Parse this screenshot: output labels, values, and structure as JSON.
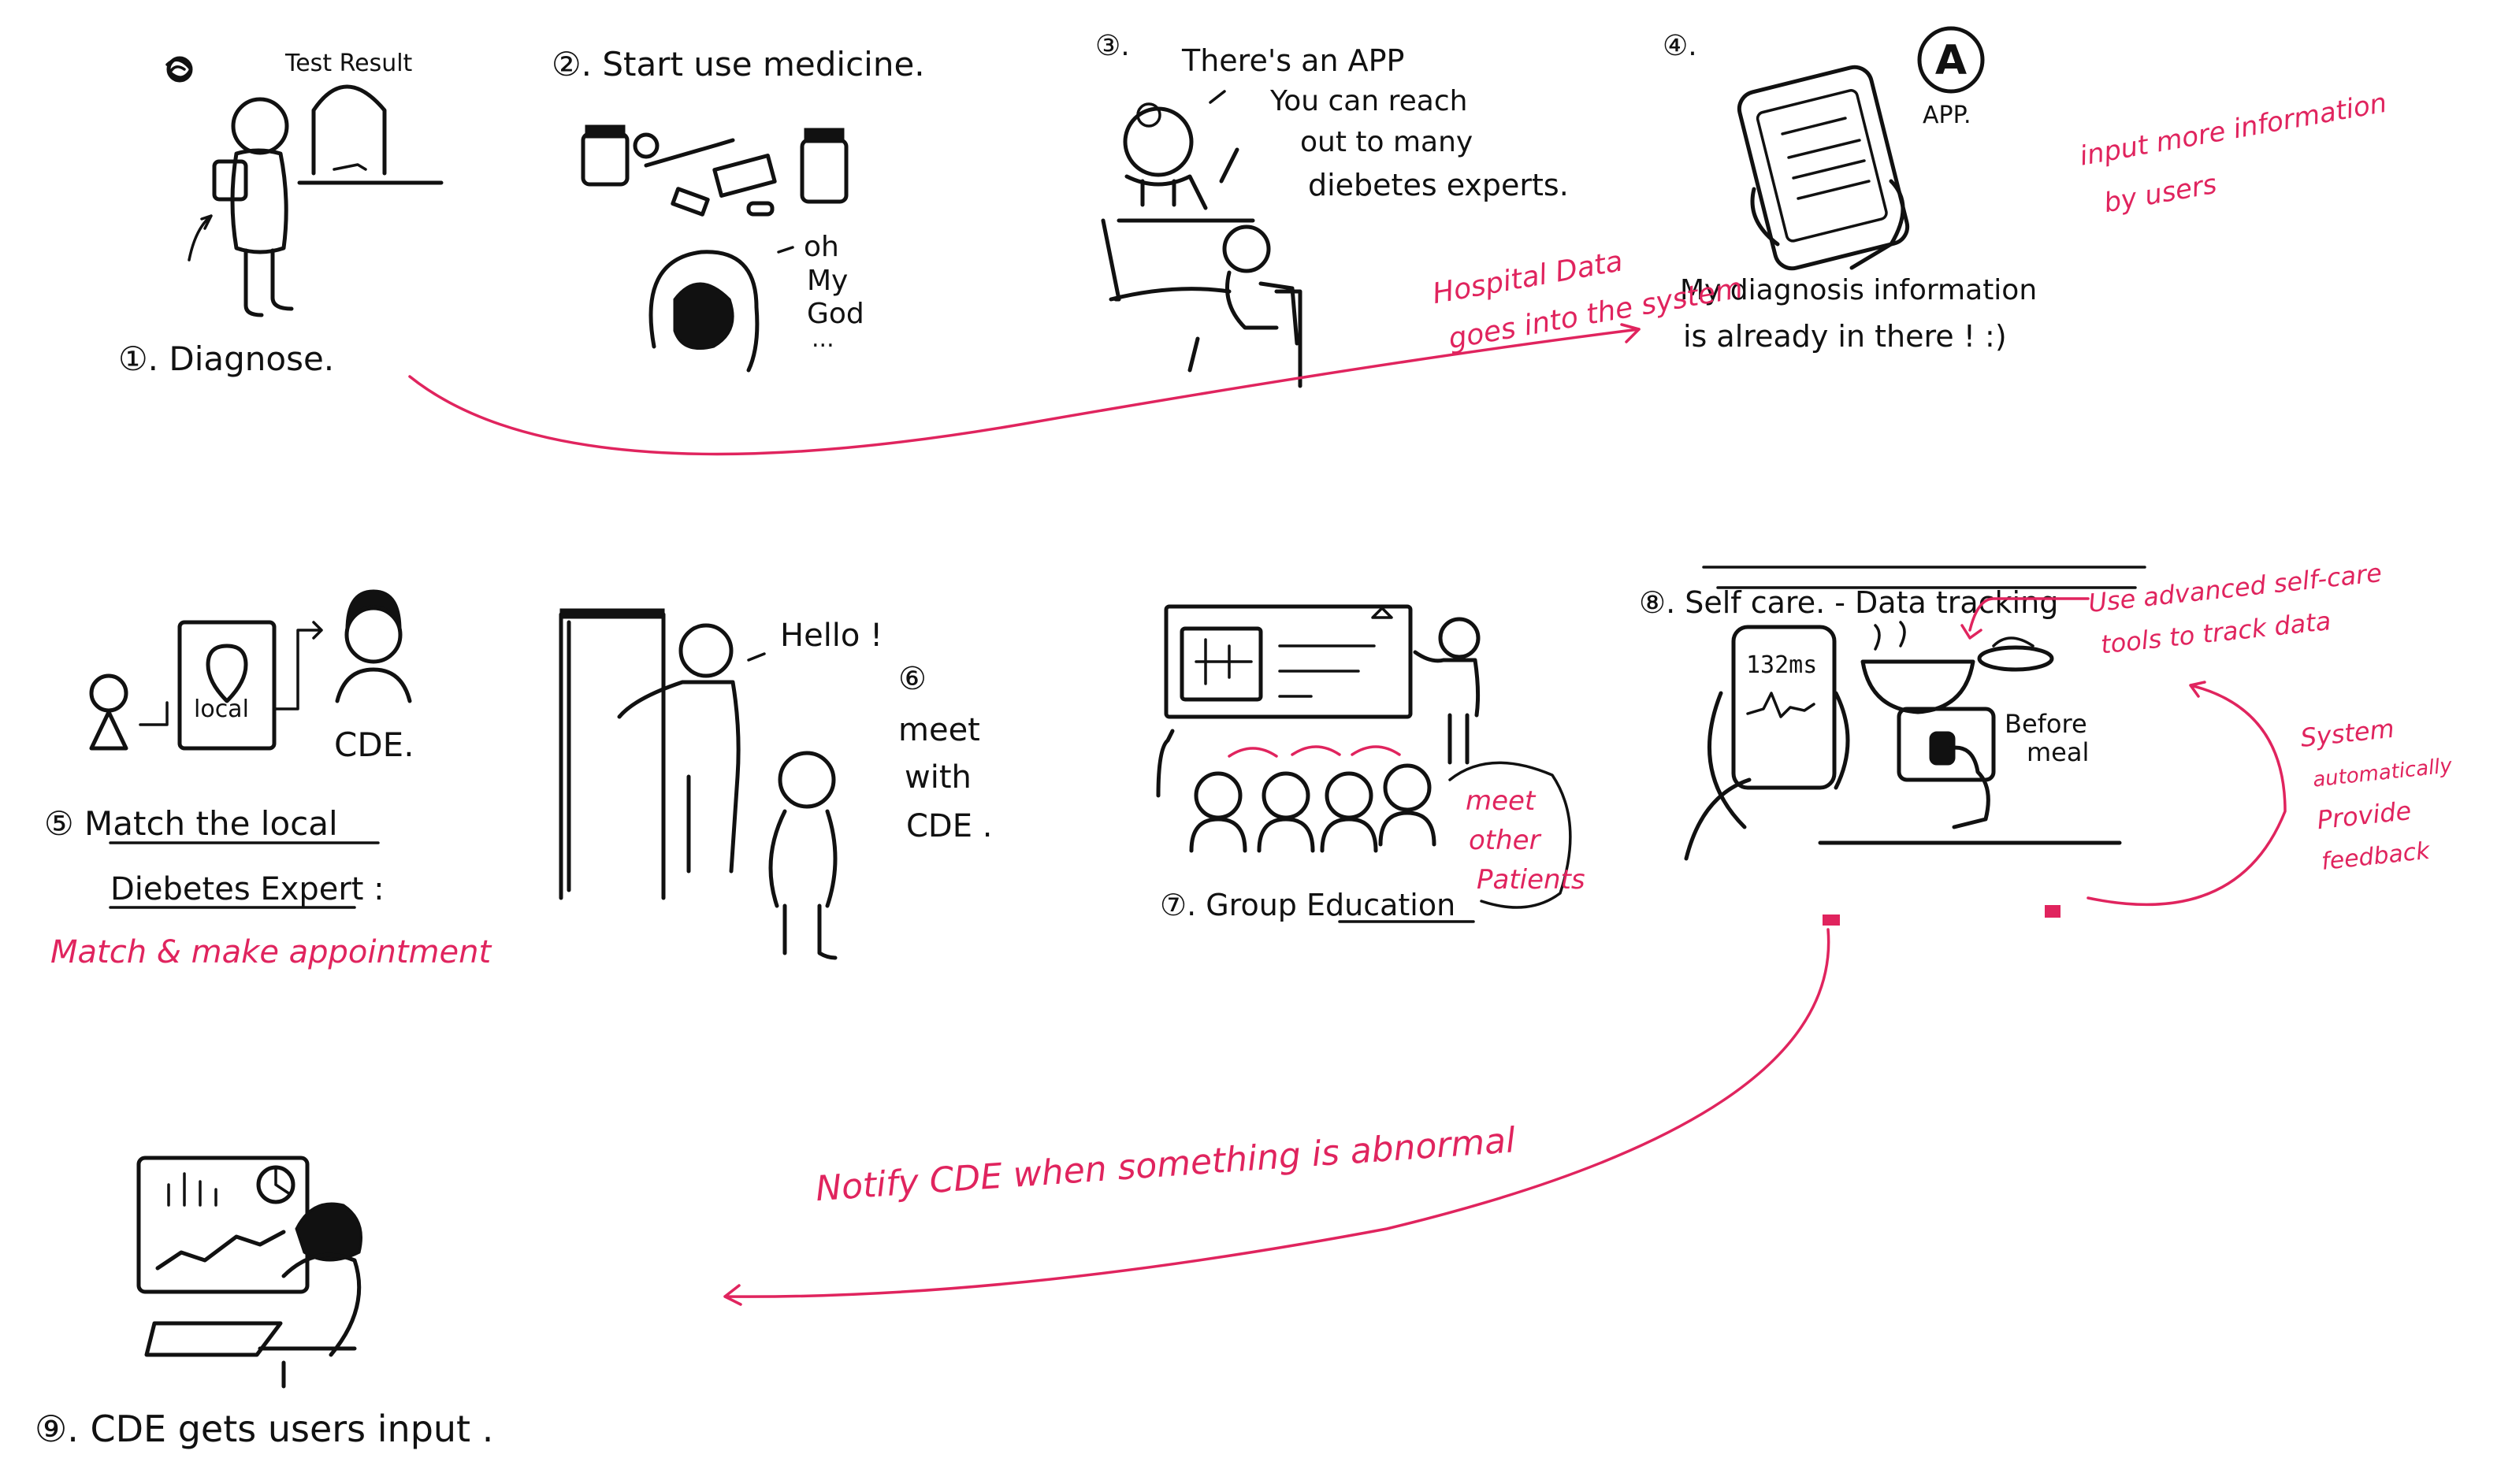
{
  "colors": {
    "ink": "#111111",
    "annotation": "#e0245e",
    "background": "#ffffff"
  },
  "steps": {
    "s1": {
      "label": "①. Diagnose.",
      "sign": "Test Result"
    },
    "s2": {
      "label": "②. Start use medicine.",
      "speech": [
        "oh",
        "My",
        "God",
        "..."
      ]
    },
    "s3": {
      "label": "③.",
      "lines": [
        "There's an APP",
        "You can reach",
        "out to many",
        "diebetes experts."
      ]
    },
    "s4": {
      "label": "④.",
      "app_label": "APP.",
      "app_icon_letter": "A",
      "lines": [
        "My diagnosis information",
        "is already in there ! :)"
      ]
    },
    "s5": {
      "lines": [
        "⑤ Match the local",
        "Diebetes Expert :"
      ],
      "pin_label": "local",
      "cde_label": "CDE."
    },
    "s6": {
      "lines": [
        "⑥",
        "meet",
        "with",
        "CDE ."
      ],
      "speech": "Hello !"
    },
    "s7": {
      "label": "⑦. Group Education"
    },
    "s8": {
      "label": "⑧. Self care. - Data tracking",
      "phone_reading": "132ms",
      "device_label": [
        "Before",
        "meal"
      ]
    },
    "s9": {
      "label": "⑨. CDE gets users input ."
    }
  },
  "annotations": {
    "hospital_data": [
      "Hospital Data",
      "goes into the system"
    ],
    "input_more": [
      "input more information",
      "by users"
    ],
    "match_appointment": "Match & make appointment",
    "meet_patients": [
      "meet",
      "other",
      "Patients"
    ],
    "advanced_tools": [
      "Use advanced self-care",
      "tools to track data"
    ],
    "system_feedback": [
      "System",
      "automatically",
      "Provide",
      "feedback"
    ],
    "notify_cde": "Notify CDE when something is abnormal"
  }
}
